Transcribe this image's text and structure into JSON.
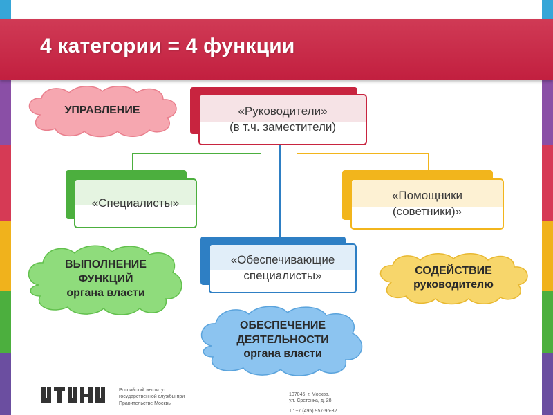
{
  "title": "4 категории = 4 функции",
  "boxes": {
    "leaders": {
      "line1": "«Руководители»",
      "line2": "(в т.ч. заместители)"
    },
    "specialists": {
      "line1": "«Специалисты»"
    },
    "assistants": {
      "line1": "«Помощники",
      "line2": "(советники)»"
    },
    "support": {
      "line1": "«Обеспечивающие",
      "line2": "специалисты»"
    }
  },
  "clouds": {
    "management": {
      "line1": "УПРАВЛЕНИЕ"
    },
    "execution": {
      "line1": "ВЫПОЛНЕНИЕ",
      "line2": "ФУНКЦИЙ",
      "line3": "органа власти"
    },
    "assistance": {
      "line1": "СОДЕЙСТВИЕ",
      "line2": "руководителю"
    },
    "provision": {
      "line1": "ОБЕСПЕЧЕНИЕ",
      "line2": "ДЕЯТЕЛЬНОСТИ",
      "line3": "органа власти"
    }
  },
  "footer": {
    "org_line1": "Российский институт",
    "org_line2": "государственной службы при",
    "org_line3": "Правительстве Москвы",
    "addr_line1": "107045, г. Москва,",
    "addr_line2": "ул. Сретенка, д. 28",
    "phone": "Т.: +7 (495) 957-96-32"
  },
  "colors": {
    "header": "#c8243f",
    "leaders": "#c8243f",
    "specialists": "#4caf3e",
    "assistants": "#f2b51c",
    "support": "#2e7fc4",
    "cloud_pink": "#f6a7b0",
    "cloud_green": "#8fdc7c",
    "cloud_yellow": "#f7d66b",
    "cloud_blue": "#8cc4f0"
  }
}
